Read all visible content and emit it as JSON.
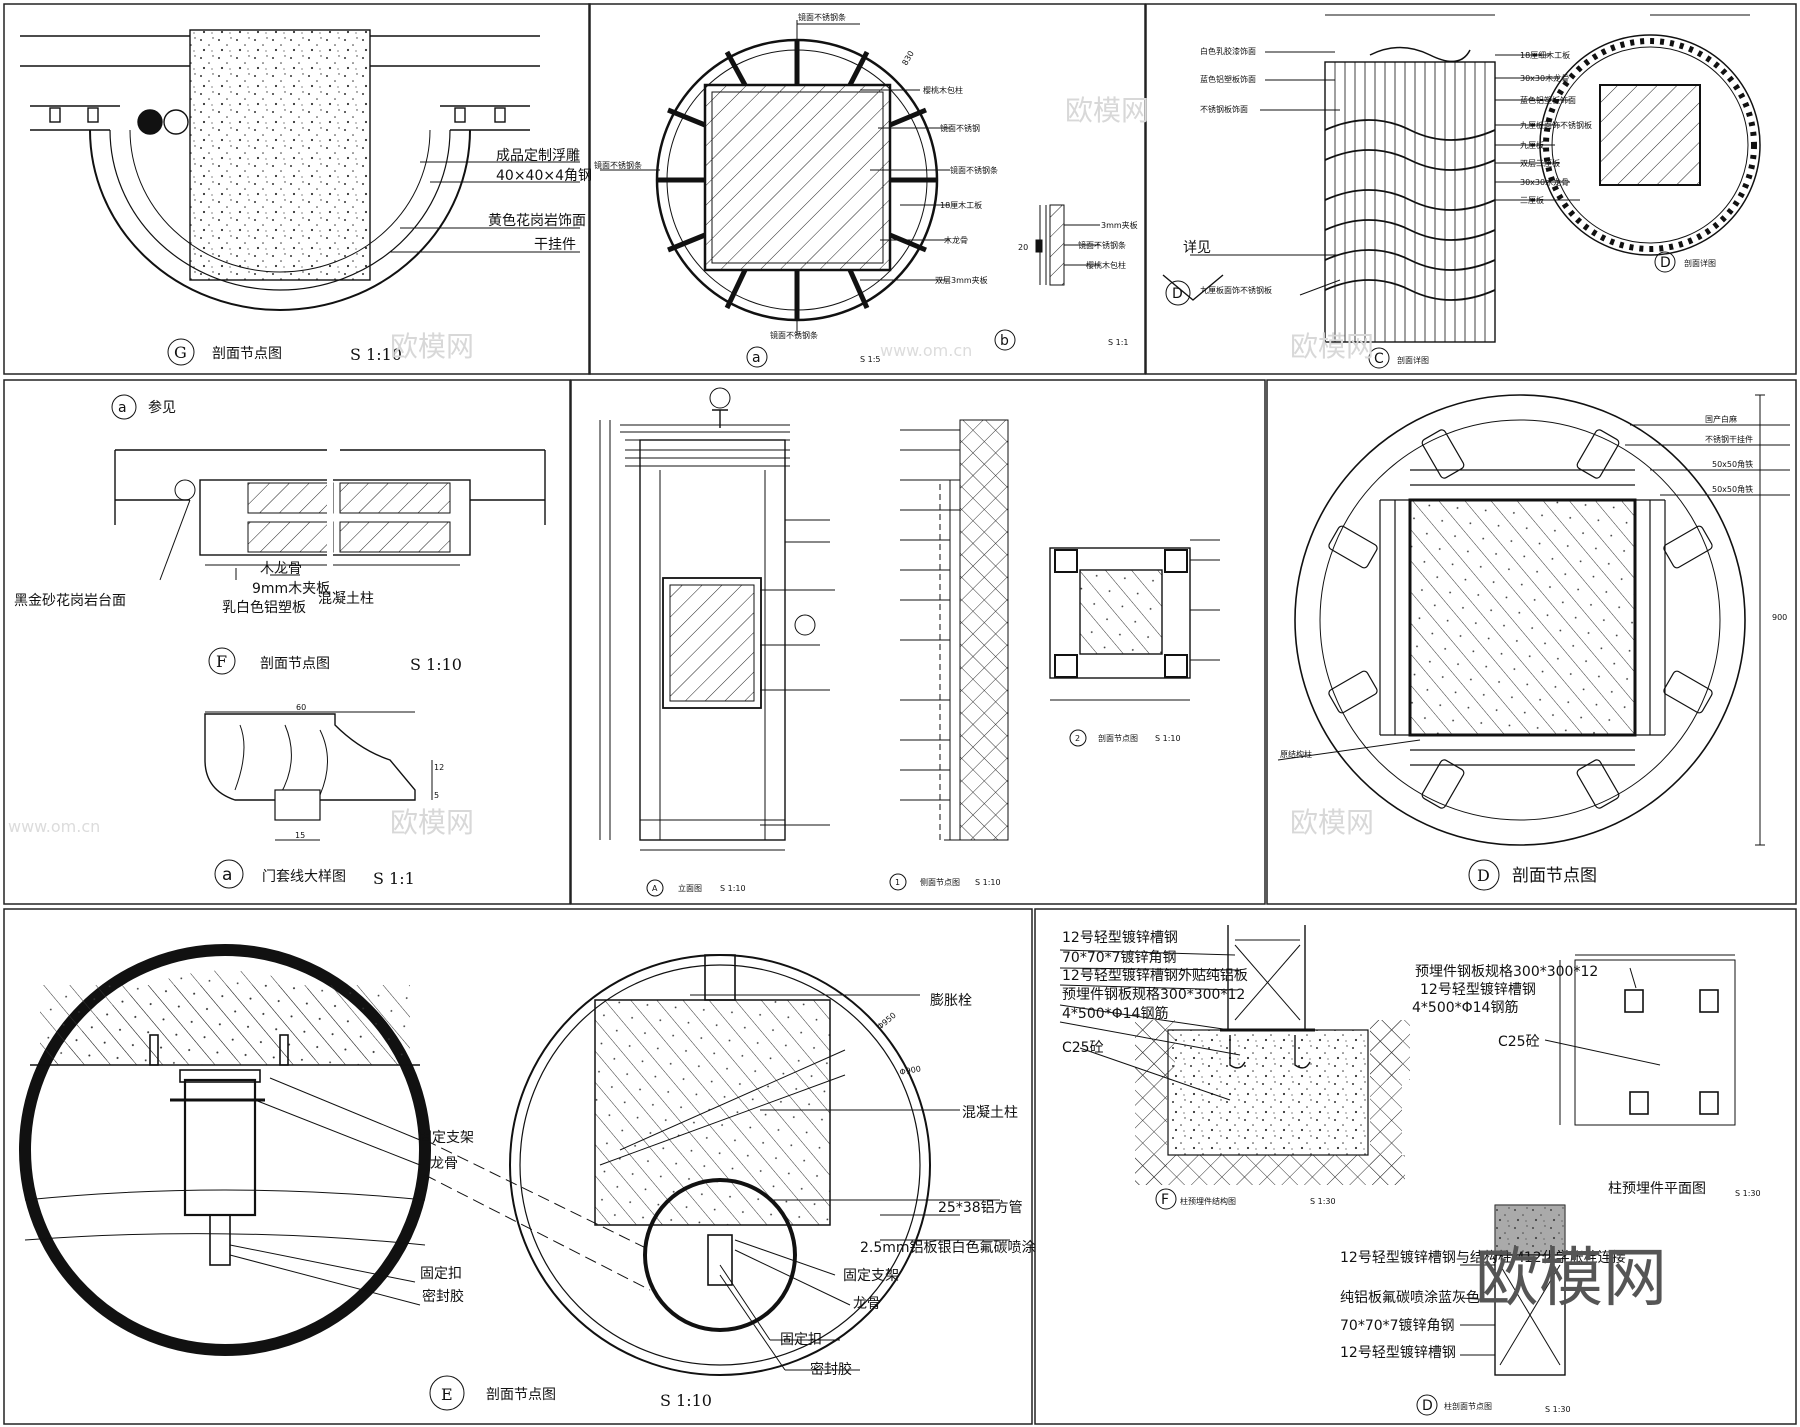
{
  "panels": {
    "G": {
      "labels": [
        "成品定制浮雕",
        "40×40×4角钢",
        "黄色花岗岩饰面",
        "干挂件"
      ],
      "title_mark": "G",
      "title": "剖面节点图",
      "scale": "S 1:10"
    },
    "a_top": {
      "labels": [
        "镜面不锈钢条",
        "樱桃木包柱",
        "镜面不锈钢",
        "镜面不锈钢条",
        "18厘木工板",
        "木龙骨",
        "双层3mm夹板",
        "镜面不锈钢条",
        "镜面不锈钢条"
      ],
      "dim": "830",
      "mark": "a",
      "scale": "S 1:5",
      "b_mark": "b",
      "b_scale": "S 1:1",
      "b_labels": [
        "3mm夹板",
        "镜面不锈钢条",
        "樱桃木包柱"
      ],
      "b_dim": "20"
    },
    "C": {
      "left_labels": [
        "白色乳胶漆饰面",
        "蓝色铝塑板饰面",
        "不锈钢板饰面",
        "九厘板面饰不锈钢板"
      ],
      "detail_ref": "详见",
      "detail_mark": "D",
      "mark": "C",
      "title": "剖面详图",
      "right_labels": [
        "18厘细木工板",
        "30x30木龙骨",
        "蓝色铝塑板饰面",
        "九厘板面饰不锈钢板",
        "九厘板",
        "双层三厘板",
        "30x30木龙骨",
        "三厘板"
      ],
      "d_mark": "D",
      "d_title": "剖面详图"
    },
    "F": {
      "ref": "参见",
      "ref_mark": "a",
      "labels": [
        "木龙骨",
        "9mm木夹板",
        "乳白色铝塑板",
        "混凝土柱",
        "黑金砂花岗岩台面"
      ],
      "mark": "F",
      "title": "剖面节点图",
      "scale": "S 1:10",
      "a_mark": "a",
      "a_title": "门套线大样图",
      "a_scale": "S 1:1",
      "dims": [
        "60",
        "12",
        "5",
        "15"
      ]
    },
    "A_center": {
      "mark": "A",
      "title": "立面图",
      "scale": "S 1:10",
      "mark1": "1",
      "title1": "侧面节点图",
      "scale1": "S 1:10",
      "mark2": "2",
      "title2": "剖面节点图",
      "scale2": "S 1:10"
    },
    "D_right": {
      "labels": [
        "国产白麻",
        "不锈钢干挂件",
        "50x50角铁",
        "50x50角铁",
        "原结构柱"
      ],
      "dim": "900",
      "mark": "D",
      "title": "剖面节点图"
    },
    "E": {
      "labels_left": [
        "固定支架",
        "龙骨",
        "固定扣",
        "密封胶"
      ],
      "labels_right": [
        "膨胀栓",
        "混凝土柱",
        "25*38铝方管",
        "2.5mm铝板银白色氟碳喷涂",
        "固定支架",
        "龙骨",
        "固定扣",
        "密封胶"
      ],
      "dims": [
        "Φ950",
        "Φ900"
      ],
      "mark": "E",
      "title": "剖面节点图",
      "scale": "S 1:10"
    },
    "F_bottom": {
      "labels": [
        "12号轻型镀锌槽钢",
        "70*70*7镀锌角钢",
        "12号轻型镀锌槽钢外贴纯铝板",
        "预埋件钢板规格300*300*12",
        "4*500*Φ14钢筋",
        "C25砼"
      ],
      "mark": "F",
      "title": "柱预埋件结构图",
      "scale": "S 1:30",
      "plan_labels": [
        "预埋件钢板规格300*300*12",
        "12号轻型镀锌槽钢",
        "4*500*Φ14钢筋",
        "C25砼"
      ],
      "plan_title": "柱预埋件平面图",
      "plan_scale": "S 1:30",
      "d_labels": [
        "12号轻型镀锌槽钢与结构柱M12化学胀栓连接",
        "纯铝板氟碳喷涂蓝灰色",
        "70*70*7镀锌角钢",
        "12号轻型镀锌槽钢"
      ],
      "d_mark": "D",
      "d_title": "柱剖面节点图",
      "d_scale": "S 1:30"
    }
  },
  "watermark": {
    "text": "欧模网",
    "url": "www.om.cn"
  }
}
